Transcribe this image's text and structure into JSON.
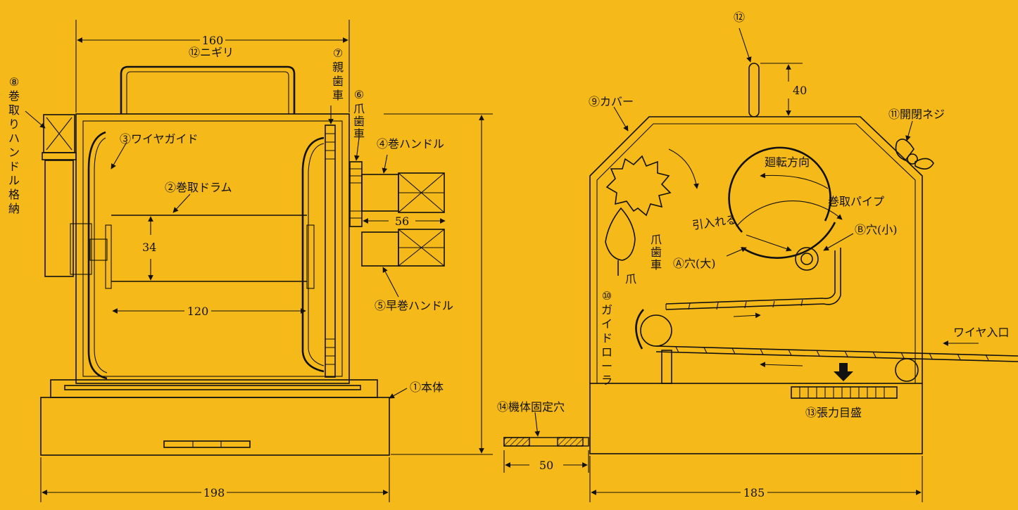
{
  "labels": {
    "body": "①本体",
    "drum": "②巻取ドラム",
    "wire_guide": "③ワイヤガイド",
    "wind_handle": "④巻ハンドル",
    "fast_handle": "⑤早巻ハンドル",
    "claw_gear_num": "⑥",
    "claw_gear": [
      "爪",
      "歯",
      "車"
    ],
    "main_gear_num": "⑦",
    "main_gear": [
      "親",
      "歯",
      "車"
    ],
    "handle_storage_num": "⑧",
    "handle_storage": [
      "巻",
      "取",
      "り",
      "ハ",
      "ン",
      "ド",
      "ル",
      "格",
      "納"
    ],
    "cover": "⑨カバー",
    "guide_roller_num": "⑩",
    "guide_roller": [
      "ガ",
      "イ",
      "ド",
      "ロ",
      "ー",
      "ラ"
    ],
    "open_screw": "⑪開閉ネジ",
    "grip_side": "⑫ニギリ",
    "grip_num": "⑫",
    "tension_scale": "⑬張力目盛",
    "mount_hole": "⑭機体固定穴",
    "rotation": "廻転方向",
    "pipe": "巻取パイプ",
    "hole_small": "Ⓑ穴(小)",
    "hole_large": "Ⓐ穴(大)",
    "pull_in": "引入れる",
    "claw_gear_right": [
      "爪",
      "歯",
      "車"
    ],
    "claw": "爪",
    "wire_in": "ワイヤ入口"
  },
  "dims": {
    "d160": "160",
    "d198": "198",
    "d34": "34",
    "d120": "120",
    "d56": "56",
    "d40": "40",
    "d50": "50",
    "d185": "185"
  }
}
